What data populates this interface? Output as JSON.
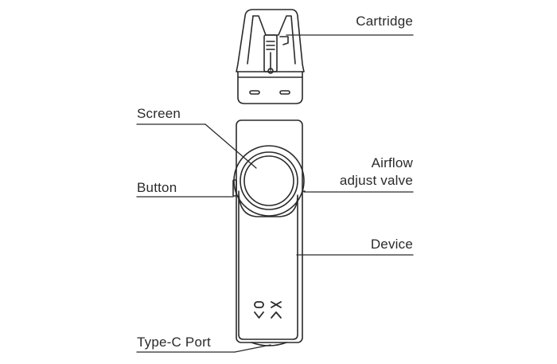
{
  "labels": {
    "cartridge": "Cartridge",
    "screen": "Screen",
    "airflow_line1": "Airflow",
    "airflow_line2": "adjust valve",
    "button": "Button",
    "device": "Device",
    "type_c_port": "Type-C Port"
  },
  "logo_text": "OX VA",
  "colors": {
    "stroke": "#2a2a2a",
    "background": "#ffffff"
  }
}
